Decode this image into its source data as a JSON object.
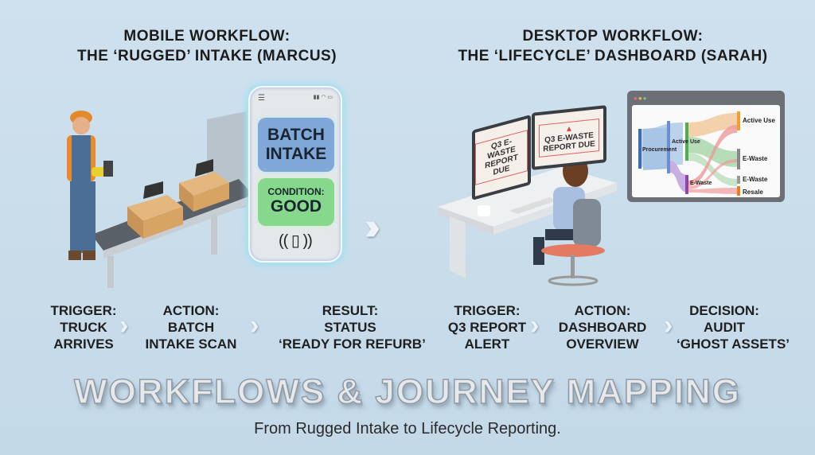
{
  "mobile": {
    "title_line1": "MOBILE WORKFLOW:",
    "title_line2": "THE ‘RUGGED’ INTAKE (MARCUS)",
    "phone": {
      "batch_line1": "BATCH",
      "batch_line2": "INTAKE",
      "condition_label": "CONDITION:",
      "condition_value": "GOOD",
      "icon": "phone-vibrate-icon"
    },
    "steps": [
      {
        "l1": "TRIGGER:",
        "l2": "TRUCK",
        "l3": "ARRIVES"
      },
      {
        "l1": "ACTION:",
        "l2": "BATCH",
        "l3": "INTAKE SCAN"
      },
      {
        "l1": "RESULT:",
        "l2": "STATUS",
        "l3": "‘READY FOR REFURB’"
      }
    ]
  },
  "desktop": {
    "title_line1": "DESKTOP WORKFLOW:",
    "title_line2": "THE ‘LIFECYCLE’ DASHBOARD (SARAH)",
    "alert_line1": "Q3 E-WASTE",
    "alert_line2": "REPORT DUE",
    "sankey": {
      "source": "Procurement",
      "mid1": "Active Use",
      "mid2": "E-Waste",
      "targets": [
        "Active Use",
        "E-Waste",
        "E-Waste",
        "Resale"
      ]
    },
    "steps": [
      {
        "l1": "TRIGGER:",
        "l2": "Q3 REPORT",
        "l3": "ALERT"
      },
      {
        "l1": "ACTION:",
        "l2": "DASHBOARD",
        "l3": "OVERVIEW"
      },
      {
        "l1": "DECISION:",
        "l2": "AUDIT",
        "l3": "‘GHOST ASSETS’"
      }
    ]
  },
  "footer": {
    "title": "WORKFLOWS & JOURNEY MAPPING",
    "subtitle": "From Rugged Intake to Lifecycle Reporting."
  },
  "colors": {
    "background": "#c9dcea",
    "batch": "#7fa8d8",
    "condition": "#86d98c"
  }
}
